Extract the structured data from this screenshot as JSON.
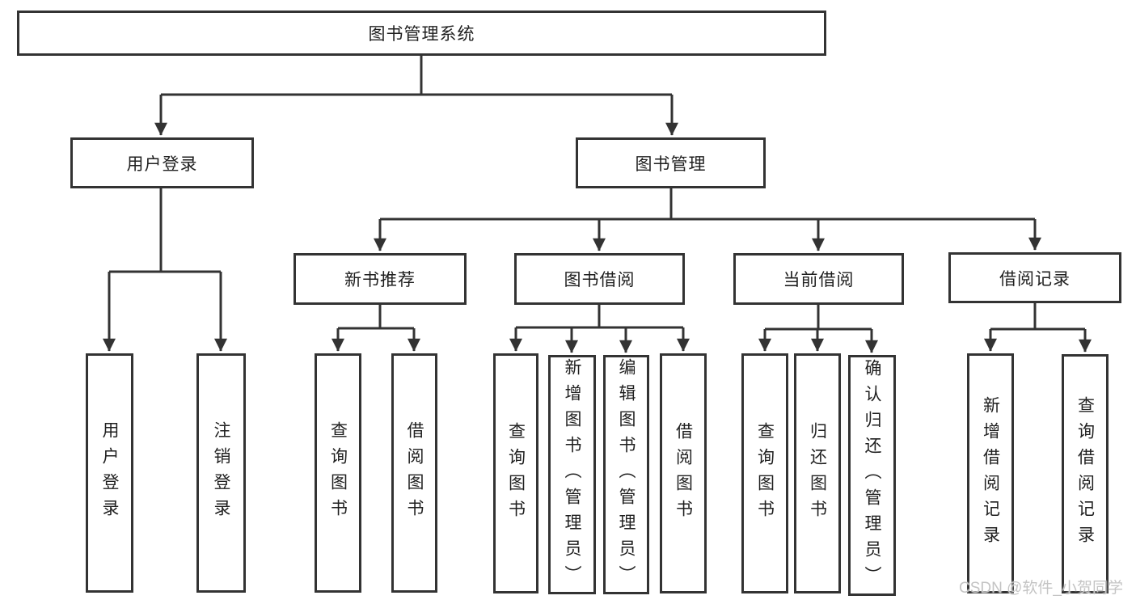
{
  "root": {
    "label": "图书管理系统"
  },
  "level2": [
    {
      "label": "用户登录"
    },
    {
      "label": "图书管理"
    }
  ],
  "login_leaves": [
    {
      "label": "用户登录"
    },
    {
      "label": "注销登录"
    }
  ],
  "modules": [
    {
      "label": "新书推荐",
      "leaves": [
        {
          "label": "查询图书"
        },
        {
          "label": "借阅图书"
        }
      ]
    },
    {
      "label": "图书借阅",
      "leaves": [
        {
          "label": "查询图书"
        },
        {
          "label": "新增图书（管理员）"
        },
        {
          "label": "编辑图书（管理员）"
        },
        {
          "label": "借阅图书"
        }
      ]
    },
    {
      "label": "当前借阅",
      "leaves": [
        {
          "label": "查询图书"
        },
        {
          "label": "归还图书"
        },
        {
          "label": "确认归还（管理员）"
        }
      ]
    },
    {
      "label": "借阅记录",
      "leaves": [
        {
          "label": "新增借阅记录"
        },
        {
          "label": "查询借阅记录"
        }
      ]
    }
  ],
  "watermark": "CSDN @软件_小贺同学",
  "colors": {
    "line": "#333333",
    "text": "#1f1f1f",
    "background": "#ffffff",
    "watermark": "#c4c4c4"
  }
}
